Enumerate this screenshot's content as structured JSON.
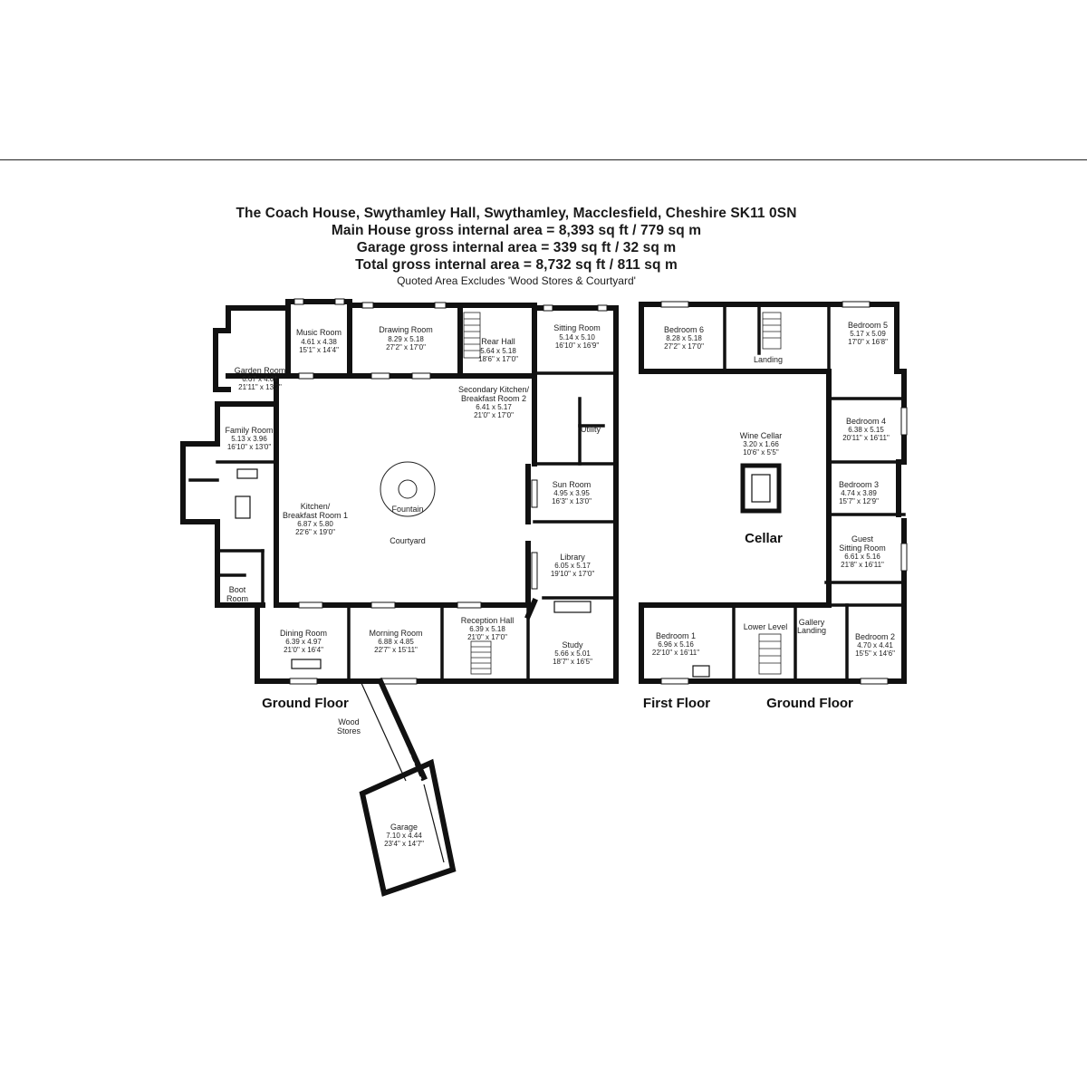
{
  "header": {
    "address": "The Coach House, Swythamley Hall, Swythamley, Macclesfield, Cheshire SK11 0SN",
    "main_area": "Main House gross internal area = 8,393 sq ft / 779 sq m",
    "garage_area": "Garage gross internal area = 339 sq ft / 32 sq m",
    "total_area": "Total gross internal area = 8,732 sq ft / 811 sq m",
    "note": "Quoted Area Excludes 'Wood Stores & Courtyard'"
  },
  "ground_floor_rooms": {
    "music_room": {
      "name": "Music Room",
      "metric": "4.61 x 4.38",
      "imperial": "15'1\" x 14'4\""
    },
    "drawing_room": {
      "name": "Drawing Room",
      "metric": "8.29 x 5.18",
      "imperial": "27'2\" x 17'0\""
    },
    "rear_hall": {
      "name": "Rear Hall",
      "metric": "5.64 x 5.18",
      "imperial": "18'6\" x 17'0\""
    },
    "sitting_room": {
      "name": "Sitting Room",
      "metric": "5.14 x 5.10",
      "imperial": "16'10\" x 16'9\""
    },
    "garden_room": {
      "name": "Garden Room",
      "metric": "6.67 x 4.01",
      "imperial": "21'11\" x 13'2\""
    },
    "secondary_kitchen": {
      "name1": "Secondary Kitchen/",
      "name2": "Breakfast Room 2",
      "metric": "6.41 x 5.17",
      "imperial": "21'0\" x 17'0\""
    },
    "family_room": {
      "name": "Family Room",
      "metric": "5.13 x 3.96",
      "imperial": "16'10\" x 13'0\""
    },
    "utility": {
      "name": "Utility"
    },
    "sun_room": {
      "name": "Sun Room",
      "metric": "4.95 x 3.95",
      "imperial": "16'3\" x 13'0\""
    },
    "kitchen": {
      "name1": "Kitchen/",
      "name2": "Breakfast Room 1",
      "metric": "6.87 x 5.80",
      "imperial": "22'6\" x 19'0\""
    },
    "fountain": {
      "name": "Fountain"
    },
    "courtyard": {
      "name": "Courtyard"
    },
    "library": {
      "name": "Library",
      "metric": "6.05 x 5.17",
      "imperial": "19'10\" x 17'0\""
    },
    "boot_room": {
      "name1": "Boot",
      "name2": "Room"
    },
    "reception_hall": {
      "name": "Reception Hall",
      "metric": "6.39 x 5.18",
      "imperial": "21'0\" x 17'0\""
    },
    "dining_room": {
      "name": "Dining Room",
      "metric": "6.39 x 4.97",
      "imperial": "21'0\" x 16'4\""
    },
    "morning_room": {
      "name": "Morning Room",
      "metric": "6.88 x 4.85",
      "imperial": "22'7\" x 15'11\""
    },
    "study": {
      "name": "Study",
      "metric": "5.66 x 5.01",
      "imperial": "18'7\" x 16'5\""
    },
    "wood_stores": {
      "name1": "Wood",
      "name2": "Stores"
    },
    "garage": {
      "name": "Garage",
      "metric": "7.10 x 4.44",
      "imperial": "23'4\" x 14'7\""
    }
  },
  "first_floor_rooms": {
    "bedroom6": {
      "name": "Bedroom 6",
      "metric": "8.28 x 5.18",
      "imperial": "27'2\" x 17'0\""
    },
    "landing": {
      "name": "Landing"
    },
    "bedroom5": {
      "name": "Bedroom 5",
      "metric": "5.17 x 5.09",
      "imperial": "17'0\" x 16'8\""
    },
    "bedroom4": {
      "name": "Bedroom 4",
      "metric": "6.38 x 5.15",
      "imperial": "20'11\" x 16'11\""
    },
    "wine_cellar": {
      "name": "Wine Cellar",
      "metric": "3.20 x 1.66",
      "imperial": "10'6\" x 5'5\""
    },
    "bedroom3": {
      "name": "Bedroom 3",
      "metric": "4.74 x 3.89",
      "imperial": "15'7\" x 12'9\""
    },
    "cellar": {
      "name": "Cellar"
    },
    "guest_sitting": {
      "name1": "Guest",
      "name2": "Sitting Room",
      "metric": "6.61 x 5.16",
      "imperial": "21'8\" x 16'11\""
    },
    "lower_level": {
      "name": "Lower Level"
    },
    "gallery_landing": {
      "name1": "Gallery",
      "name2": "Landing"
    },
    "bedroom1": {
      "name": "Bedroom 1",
      "metric": "6.96 x 5.16",
      "imperial": "22'10\" x 16'11\""
    },
    "bedroom2": {
      "name": "Bedroom 2",
      "metric": "4.70 x 4.41",
      "imperial": "15'5\" x 14'6\""
    }
  },
  "floor_labels": {
    "ground_floor_left": "Ground Floor",
    "first_floor": "First Floor",
    "ground_floor_right": "Ground Floor"
  }
}
